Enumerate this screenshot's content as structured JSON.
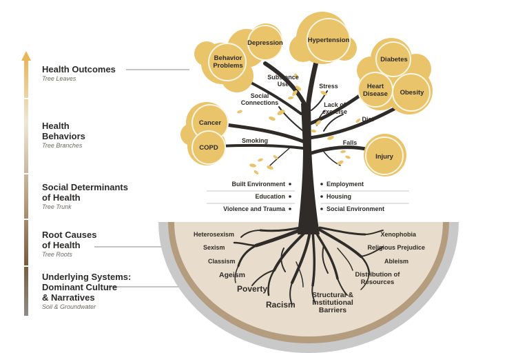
{
  "colors": {
    "leaf_gold": "#e9c46a",
    "leaf_gold_light": "#f0d488",
    "trunk_dark": "#2e2b29",
    "soil_outer_gray": "#c9c9c9",
    "soil_brown": "#b49c7e",
    "soil_inner": "#e8ddcc",
    "axis_top": "#e8b656",
    "axis_bottom": "#8d8b88"
  },
  "legend": [
    {
      "title_lines": [
        "Health Outcomes"
      ],
      "subtitle": "Tree Leaves"
    },
    {
      "title_lines": [
        "Health",
        "Behaviors"
      ],
      "subtitle": "Tree Branches"
    },
    {
      "title_lines": [
        "Social Determinants",
        "of Health"
      ],
      "subtitle": "Tree Trunk"
    },
    {
      "title_lines": [
        "Root Causes",
        "of Health"
      ],
      "subtitle": "Tree Roots"
    },
    {
      "title_lines": [
        "Underlying Systems:",
        "Dominant Culture",
        "& Narratives"
      ],
      "subtitle": "Soil & Groundwater"
    }
  ],
  "outcomes": {
    "depression": [
      "Depression"
    ],
    "behavior_problems": [
      "Behavior",
      "Problems"
    ],
    "hypertension": [
      "Hypertension"
    ],
    "diabetes": [
      "Diabetes"
    ],
    "heart_disease": [
      "Heart",
      "Disease"
    ],
    "obesity": [
      "Obesity"
    ],
    "cancer": [
      "Cancer"
    ],
    "copd": [
      "COPD"
    ],
    "injury": [
      "Injury"
    ]
  },
  "behaviors": {
    "substance_use": [
      "Substance",
      "Use"
    ],
    "social_connections": [
      "Social",
      "Connections"
    ],
    "stress": [
      "Stress"
    ],
    "lack_of_exercise": [
      "Lack of",
      "exercise"
    ],
    "diet": [
      "Diet"
    ],
    "smoking": [
      "Smoking"
    ],
    "falls": [
      "Falls"
    ]
  },
  "determinants": {
    "left": [
      "Built Environment",
      "Education",
      "Violence and Trauma"
    ],
    "right": [
      "Employment",
      "Housing",
      "Social Environment"
    ]
  },
  "roots": {
    "left": [
      "Heterosexism",
      "Sexism",
      "Classism",
      "Ageism",
      "Poverty",
      "Racism"
    ],
    "right": [
      "Xenophobia",
      "Religious Prejudice",
      "Ableism",
      "Distribution of",
      "Resources",
      "Structural &",
      "Institutional",
      "Barriers"
    ]
  }
}
